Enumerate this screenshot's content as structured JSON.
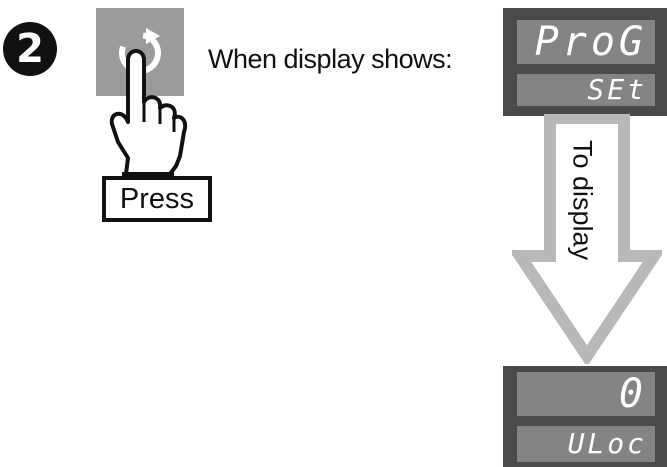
{
  "step": {
    "number": "2"
  },
  "button": {
    "icon": "cycle-arrow-icon",
    "press_label": "Press"
  },
  "instruction": {
    "text": "When display shows:"
  },
  "display_start": {
    "top": "ProG",
    "bottom": "SEt"
  },
  "arrow": {
    "label": "To display"
  },
  "display_end": {
    "top": "0",
    "bottom": "ULoc"
  },
  "colors": {
    "button_gray": "#9b9b9b",
    "display_bg": "#4a4a4a",
    "display_segment": "#848484",
    "arrow_gray": "#b8b8b8"
  }
}
